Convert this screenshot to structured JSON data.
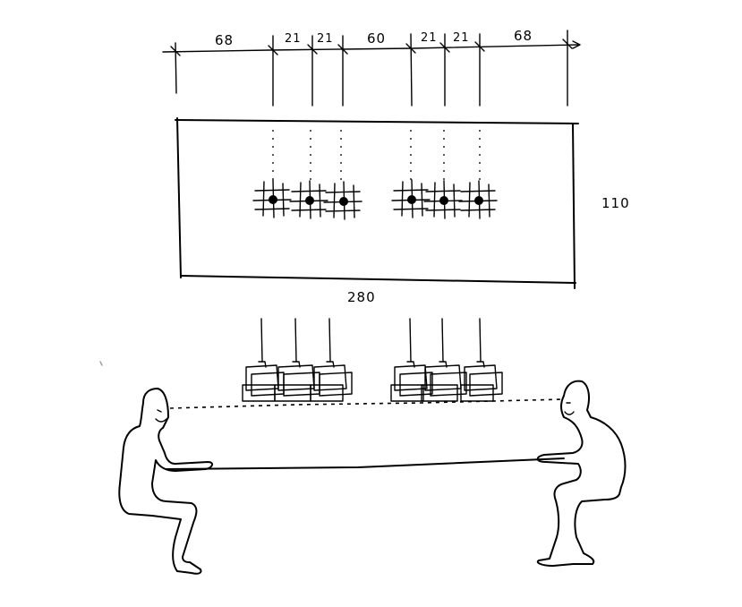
{
  "plan_dimensions": {
    "segments": [
      "68",
      "21",
      "21",
      "60",
      "21",
      "21",
      "68"
    ],
    "total_width": "280",
    "depth": "110"
  },
  "fixtures": {
    "groups": 2,
    "lamps_per_group": 3
  }
}
